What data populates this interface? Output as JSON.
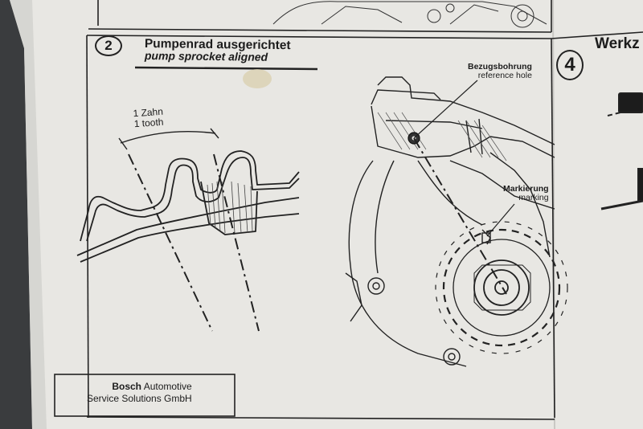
{
  "step2": {
    "number": "2",
    "title_de": "Pumpenrad ausgerichtet",
    "title_en": "pump sprocket aligned"
  },
  "tooth_label": {
    "de": "1 Zahn",
    "en": "1 tooth"
  },
  "reference_hole": {
    "de": "Bezugsbohrung",
    "en": "reference hole"
  },
  "marking": {
    "de": "Markierung",
    "en": "marking"
  },
  "footer": {
    "company_bold": "Bosch",
    "company_rest": "Automotive",
    "company_line2": "Service Solutions GmbH"
  },
  "step4": {
    "number": "4",
    "title_partial": "Werkz"
  },
  "colors": {
    "paper": "#e9e8e4",
    "ink": "#1c1c1c",
    "background": "#3a3c3e",
    "stain": "#d9cfae"
  }
}
